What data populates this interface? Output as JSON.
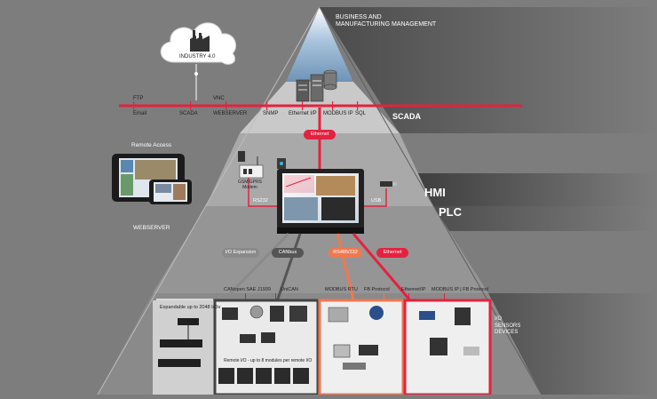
{
  "layers": {
    "business": "BUSINESS AND\nMANUFACTURING MANAGEMENT",
    "scada": "SCADA",
    "hmi": "HMI",
    "plc": "PLC",
    "io": "I/O\nSENSORS\nDEVICES"
  },
  "cloud": {
    "label": "INDUSTRY 4.0"
  },
  "scada_bus": {
    "top_labels": [
      "FTP",
      "VNC"
    ],
    "bottom_labels": [
      "Email",
      "SCADA",
      "WEBSERVER",
      "SNMP",
      "Ethernet I/P",
      "MODBUS IP",
      "SQL"
    ]
  },
  "connectors": {
    "ethernet_pill": "Ethernet",
    "rs232": "RS232",
    "usb": "USB",
    "modem": "GSM/GPRS\nModem"
  },
  "remote_access": "Remote Access",
  "webserver": "WEBSERVER",
  "buses": [
    {
      "label": "I/O Expansion",
      "color": "#8a8a8a"
    },
    {
      "label": "CANbus",
      "color": "#555555"
    },
    {
      "label": "RS485/232",
      "color": "#f07850"
    },
    {
      "label": "Ethernet",
      "color": "#e3223f"
    }
  ],
  "protocols": [
    "CANopen  SAE J1939",
    "UniCAN",
    "MODBUS RTU",
    "FB Protocol",
    "Ethernet/IP",
    "MODBUS IP | FB Protocol"
  ],
  "io_panel": {
    "expandable": "Expandable up to 2048 I/Os",
    "remote": "Remote I/O - up to 8 modules per remote I/O"
  },
  "colors": {
    "ethernet_red": "#e3223f",
    "rs485_orange": "#f07850",
    "canbus_dark": "#555555",
    "expansion_gray": "#8a8a8a"
  }
}
